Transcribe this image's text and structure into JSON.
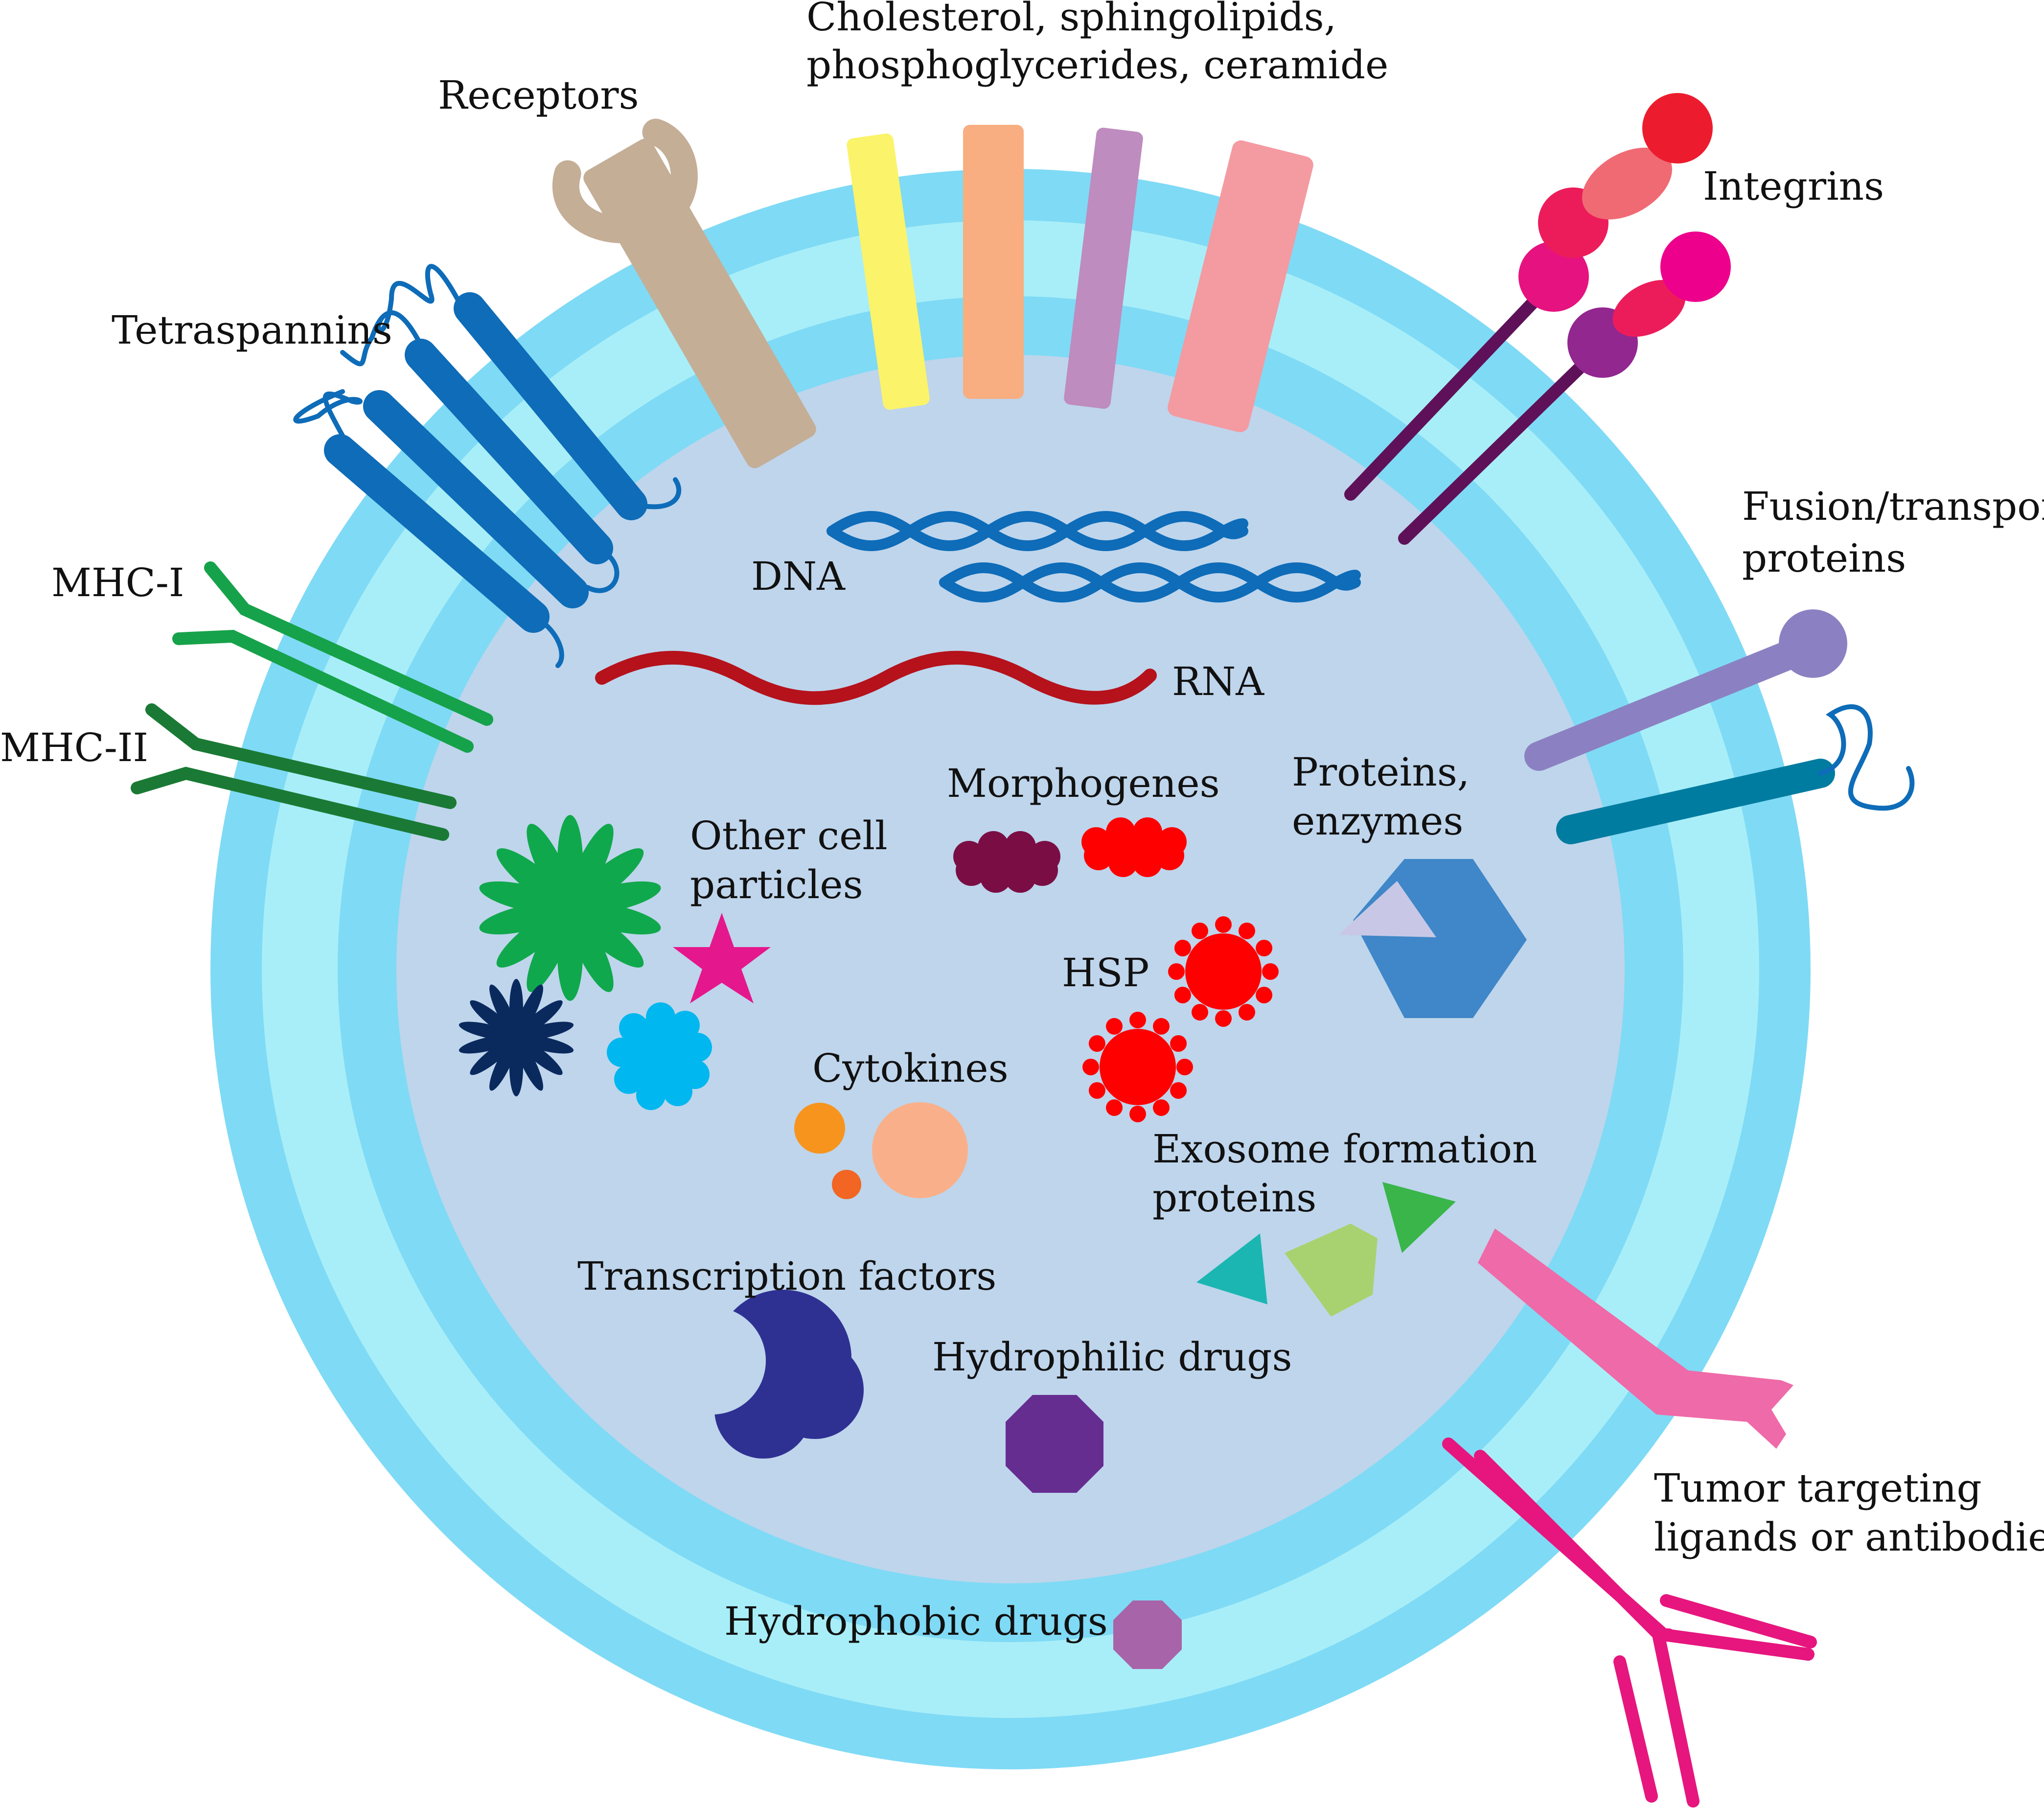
{
  "labels": {
    "lipids_line1": "Cholesterol, sphingolipids,",
    "lipids_line2": "phosphoglycerides, ceramide",
    "receptors": "Receptors",
    "integrins": "Integrins",
    "tetraspannins": "Tetraspannins",
    "fusion_line1": "Fusion/transport",
    "fusion_line2": "proteins",
    "mhc1": "MHC-I",
    "mhc2": "MHC-II",
    "dna": "DNA",
    "rna": "RNA",
    "morphogenes": "Morphogenes",
    "proteins_line1": "Proteins,",
    "proteins_line2": "enzymes",
    "other_line1": "Other cell",
    "other_line2": "particles",
    "hsp": "HSP",
    "cytokines": "Cytokines",
    "exosome_line1": "Exosome formation",
    "exosome_line2": "proteins",
    "transcription": "Transcription factors",
    "hydrophilic": "Hydrophilic drugs",
    "tumor_line1": "Tumor targeting",
    "tumor_line2": "ligands or antibodies",
    "hydrophobic": "Hydrophobic drugs"
  },
  "colors": {
    "outer_ring": "#7fdaf5",
    "middle_ring": "#a8eef8",
    "core": "#bed5ec",
    "receptor": "#c4ae96",
    "lipid_yellow": "#fbf36a",
    "lipid_orange": "#f8ae80",
    "lipid_purple": "#be8cbf",
    "lipid_pink": "#f49aa1",
    "tetraspannin": "#0e6cb8",
    "mhc1": "#16a24a",
    "mhc2": "#1a7a35",
    "integrin_stem": "#5e1158",
    "dna": "#0e6cb8",
    "rna": "#b5121b",
    "fusion_lilac": "#8b81c2",
    "fusion_teal": "#007ca0",
    "tumor_ligand": "#ef6aa8",
    "antibody": "#e6167e",
    "hsp": "#ff0000",
    "morphogene_dark": "#7a0e44",
    "other_green": "#10a84c",
    "other_star": "#e5178c",
    "other_navy": "#0a2a5e",
    "other_cyan": "#00b7ef",
    "cytokine_1": "#f7941d",
    "cytokine_2": "#f26522",
    "cytokine_3": "#f9b08a",
    "protein_blue": "#3f87c8",
    "transcription": "#2e3192",
    "hydrophilic": "#662d91",
    "hydrophobic": "#a864a8",
    "exo_teal": "#1cb6b2",
    "exo_light": "#a8d26f",
    "exo_green": "#39b54a"
  }
}
